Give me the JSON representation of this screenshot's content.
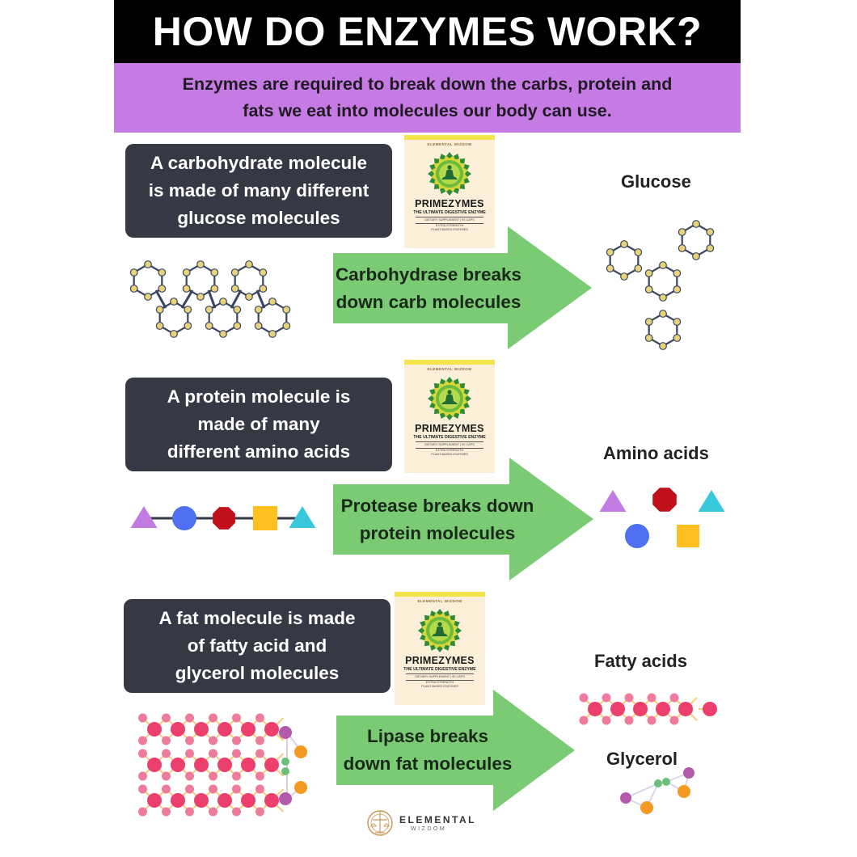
{
  "header": {
    "title": "HOW DO ENZYMES WORK?",
    "subtitle_lines": [
      "Enzymes are required to break down the carbs, protein and",
      "fats we eat into molecules our body can use."
    ]
  },
  "colors": {
    "title_bg": "#000000",
    "subtitle_bg": "#c67ae3",
    "desc_box_bg": "#363844",
    "arrow_green": "#7acb74",
    "glucose_node": "#e8d27a",
    "glucose_edge": "#3b4560",
    "amino_purple": "#c27be0",
    "amino_blue": "#4d6ff0",
    "amino_red": "#c0101c",
    "amino_yellow": "#fdc020",
    "amino_cyan": "#38c8dc",
    "fat_pink": "#ec3f6e",
    "fat_light_pink": "#ee7a9c",
    "fat_bond": "#f3cf7a",
    "glycerol_purple": "#b45aaa",
    "glycerol_green": "#6cbf7a",
    "glycerol_orange": "#f29a22"
  },
  "product": {
    "brand": "ELEMENTAL WIZDOM",
    "name": "PRIMEZYMES",
    "tagline": "THE ULTIMATE DIGESTIVE ENZYME",
    "info": "DIETARY SUPPLEMENT  |  90 CAPS",
    "extra": [
      "EXTRA STRENGTH",
      "PLANT-BASED ENZYMES"
    ]
  },
  "sections": [
    {
      "id": "carbs",
      "description_lines": [
        "A carbohydrate molecule",
        "is made of many different",
        "glucose molecules"
      ],
      "enzyme_lines": [
        "Carbohydrase breaks",
        "down carb molecules"
      ],
      "results": [
        {
          "label": "Glucose"
        }
      ]
    },
    {
      "id": "protein",
      "description_lines": [
        "A protein molecule is",
        "made of many",
        "different amino acids"
      ],
      "enzyme_lines": [
        "Protease breaks down",
        "protein molecules"
      ],
      "results": [
        {
          "label": "Amino acids"
        }
      ],
      "chain": [
        "triangle-purple",
        "circle-blue",
        "octagon-red",
        "square-yellow",
        "triangle-cyan"
      ]
    },
    {
      "id": "fat",
      "description_lines": [
        "A fat molecule is made",
        "of fatty acid and",
        "glycerol molecules"
      ],
      "enzyme_lines": [
        "Lipase breaks",
        "down fat molecules"
      ],
      "results": [
        {
          "label": "Fatty acids"
        },
        {
          "label": "Glycerol"
        }
      ]
    }
  ],
  "footer": {
    "brand": "ELEMENTAL",
    "brand_sub": "WIZDOM"
  }
}
